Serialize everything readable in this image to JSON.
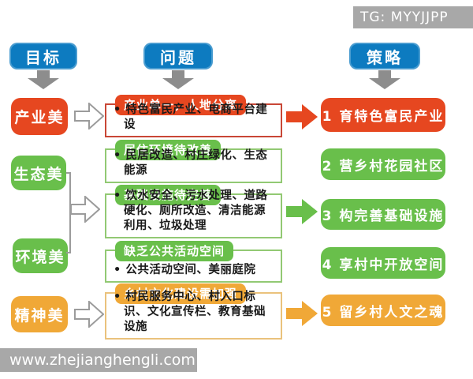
{
  "watermarks": {
    "top_right": "TG: MYYJJPP",
    "bottom_left": "www.zhejianghengli.com"
  },
  "colors": {
    "blue": "#0d7bc0",
    "red": "#e64720",
    "green": "#69bf4b",
    "orange": "#f0a837",
    "gray": "#a8a8a8"
  },
  "column_headers": [
    {
      "label": "目标"
    },
    {
      "label": "问题"
    },
    {
      "label": "策略"
    }
  ],
  "goals": [
    {
      "label": "产业美",
      "color": "red"
    },
    {
      "label": "生态美",
      "color": "green"
    },
    {
      "label": "环境美",
      "color": "green"
    },
    {
      "label": "精神美",
      "color": "orange"
    }
  ],
  "problems": [
    {
      "title": "产业单一，人地分离",
      "bullet": "• 特色富民产业、电商平台建设",
      "color": "red"
    },
    {
      "title": "居住环境待改善",
      "bullet": "• 民居改造、村庄绿化、生态能源",
      "color": "green"
    },
    {
      "title": "基础设施待完善",
      "bullet": "• 饮水安全、污水处理、道路硬化、厕所改造、清洁能源利用、垃圾处理",
      "color": "green"
    },
    {
      "title": "缺乏公共活动空间",
      "bullet": "• 公共活动空间、美丽庭院",
      "color": "green"
    },
    {
      "title": "乡村文化建设需加强",
      "bullet": "• 村民服务中心、村入口标识、文化宣传栏、教育基础设施",
      "color": "orange"
    }
  ],
  "strategies": [
    {
      "label": "1 育特色富民产业",
      "color": "red"
    },
    {
      "label": "2 营乡村花园社区",
      "color": "green"
    },
    {
      "label": "3 构完善基础设施",
      "color": "green"
    },
    {
      "label": "4 享村中开放空间",
      "color": "green"
    },
    {
      "label": "5 留乡村人文之魂",
      "color": "orange"
    }
  ]
}
